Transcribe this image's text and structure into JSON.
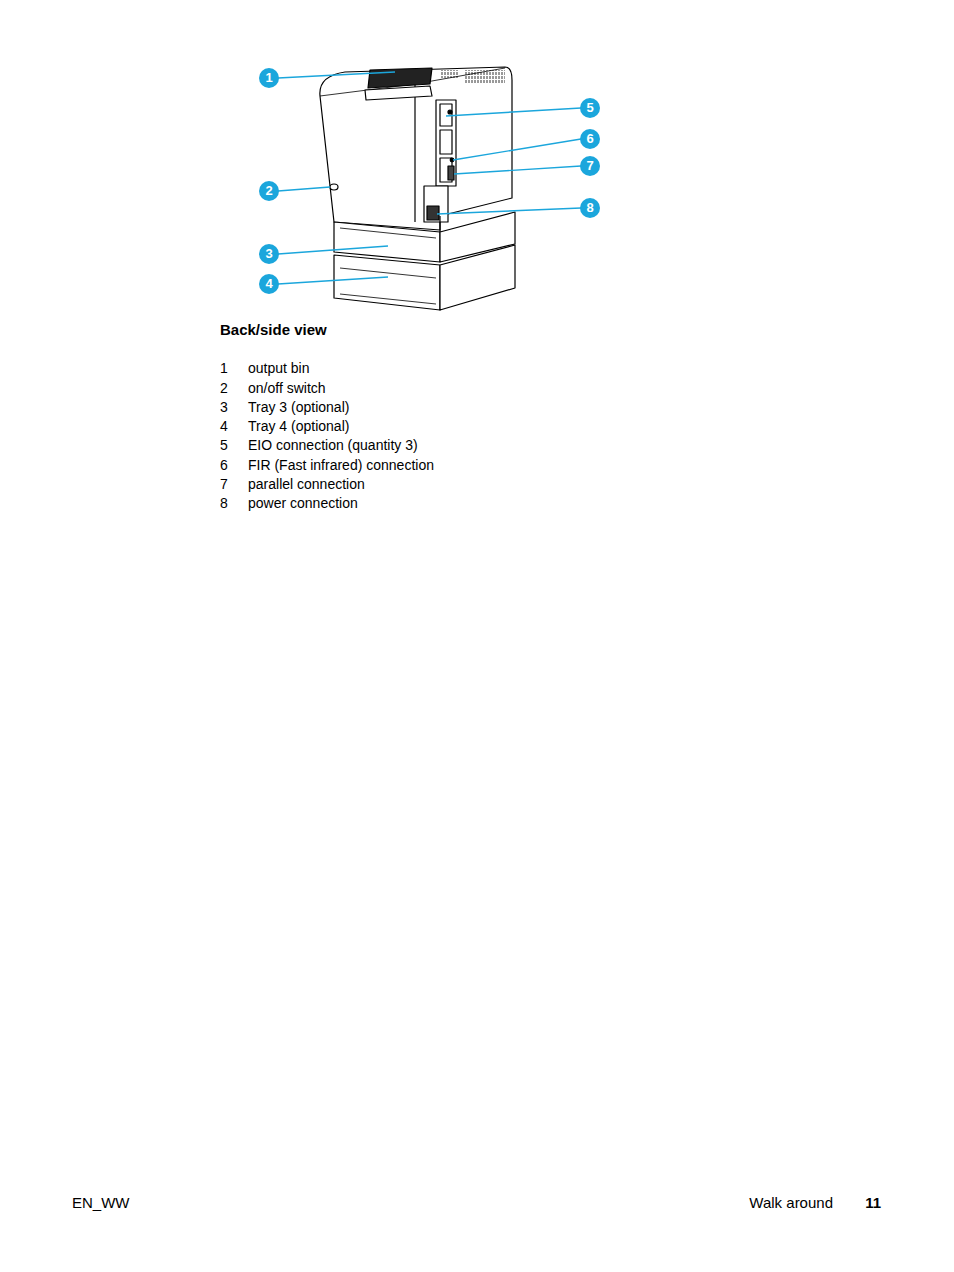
{
  "diagram": {
    "title": "Back/side view",
    "labels": [
      "1",
      "2",
      "3",
      "4",
      "5",
      "6",
      "7",
      "8",
      "1",
      "output bin",
      "2",
      "on/off switch",
      "3",
      "Tray 3 (optional)",
      "4",
      "Tray 4 (optional)",
      "5",
      "EIO connection (quantity 3)",
      "6",
      "FIR (Fast infrared) connection",
      "7",
      "parallel connection",
      "8",
      "power connection",
      "EN_WW",
      "Walk around",
      "11"
    ]
  }
}
